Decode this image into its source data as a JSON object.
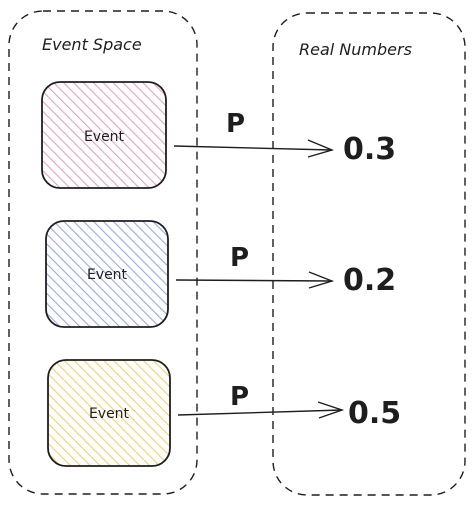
{
  "panels": {
    "left_title": "Event Space",
    "right_title": "Real Numbers"
  },
  "colors": {
    "stroke": "#1e1e1e",
    "event_pink": "#e8a1bf",
    "event_blue": "#9ba8ec",
    "event_yellow": "#f5cf6e"
  },
  "rows": [
    {
      "event_label": "Event",
      "map_label": "P",
      "value": "0.3",
      "fill_color": "#e8a1bf"
    },
    {
      "event_label": "Event",
      "map_label": "P",
      "value": "0.2",
      "fill_color": "#9ba8ec"
    },
    {
      "event_label": "Event",
      "map_label": "P",
      "value": "0.5",
      "fill_color": "#f5cf6e"
    }
  ]
}
